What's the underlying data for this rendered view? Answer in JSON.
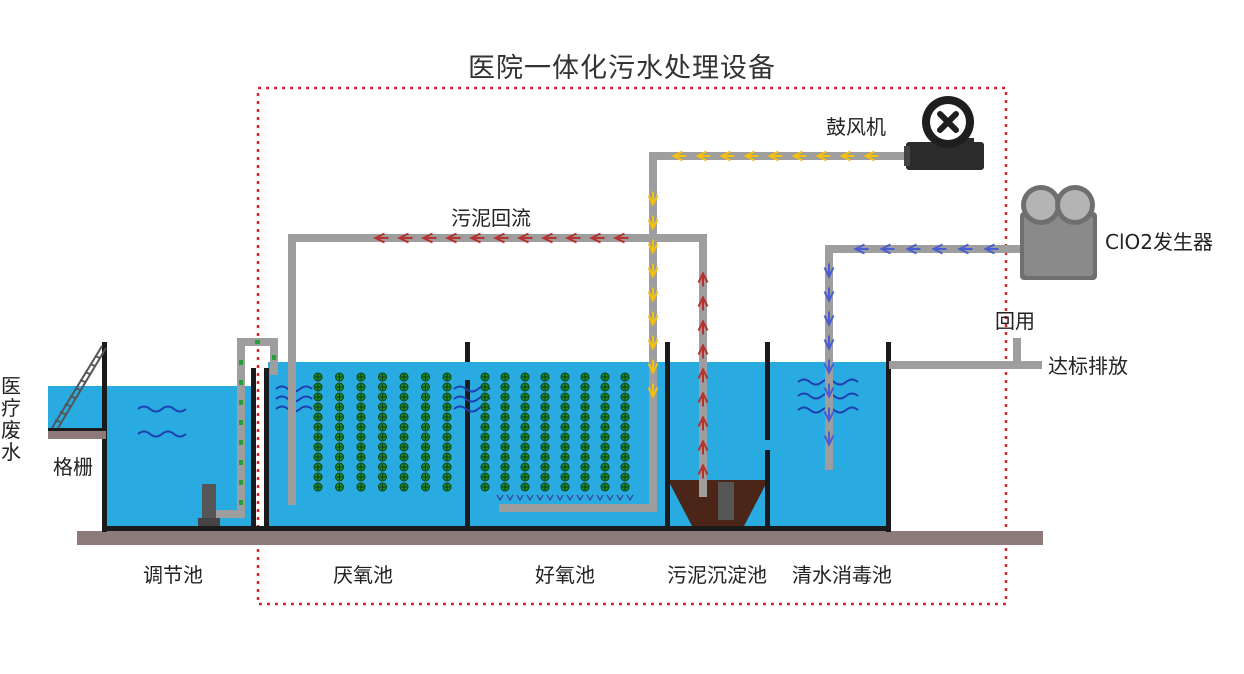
{
  "title": "医院一体化污水处理设备",
  "labels": {
    "inflow": "医疗废水",
    "screen": "格栅",
    "regulating_tank": "调节池",
    "anaerobic_tank": "厌氧池",
    "aerobic_tank": "好氧池",
    "sedimentation_tank": "污泥沉淀池",
    "disinfection_tank": "清水消毒池",
    "sludge_return": "污泥回流",
    "blower": "鼓风机",
    "clo2_generator": "ClO2发生器",
    "reuse": "回用",
    "discharge": "达标排放"
  },
  "colors": {
    "water": "#29abe2",
    "pipe": "#9e9e9e",
    "ground": "#8c7b79",
    "wall": "#1a1a1a",
    "border": "#d9262e",
    "air_arrow": "#f6c00e",
    "sludge_arrow": "#b5322e",
    "chlorine_arrow": "#4a5fcf",
    "bubble": "#1e8a2a",
    "sludge": "#4a2518"
  },
  "icons": {
    "blower": "blower-icon",
    "generator": "clo2-generator-icon",
    "screen": "bar-screen-icon"
  }
}
